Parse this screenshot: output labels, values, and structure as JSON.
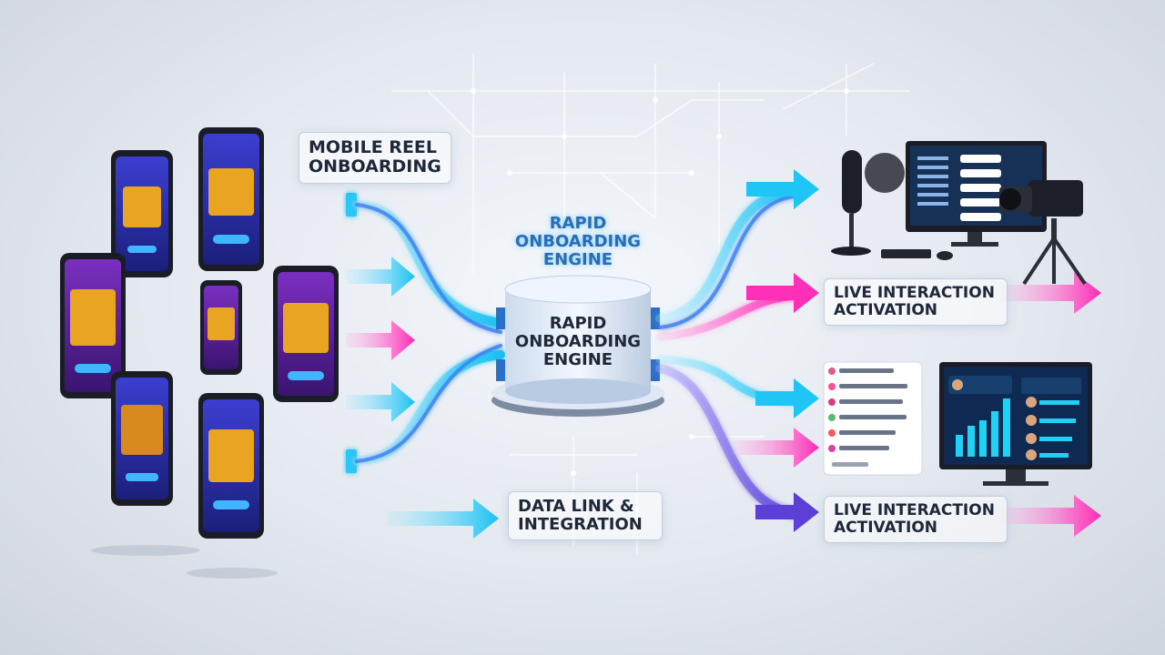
{
  "labels": {
    "mobile_reel": [
      "MOBILE REEL",
      "ONBOARDING"
    ],
    "engine_top": [
      "RAPID",
      "ONBOARDING",
      "ENGINE"
    ],
    "engine_center": [
      "RAPID",
      "ONBOARDING",
      "ENGINE"
    ],
    "live_top": [
      "LIVE INTERACTION",
      "ACTIVATION"
    ],
    "live_bottom": [
      "LIVE INTERACTION",
      "ACTIVATION"
    ],
    "data_link": [
      "DATA LINK &",
      "INTEGRATION"
    ]
  },
  "colors": {
    "cyan": "#27c6f4",
    "blue": "#3b7ff0",
    "magenta": "#ff2fb8",
    "violet": "#6a4fd8",
    "phone_screen": "#2b2f9c",
    "dark_panel": "#0f2a52"
  },
  "icons": [
    "slot-machine-phone-icon",
    "microphone-icon",
    "camera-icon",
    "monitor-icon",
    "chat-list-icon",
    "bar-chart-icon"
  ]
}
